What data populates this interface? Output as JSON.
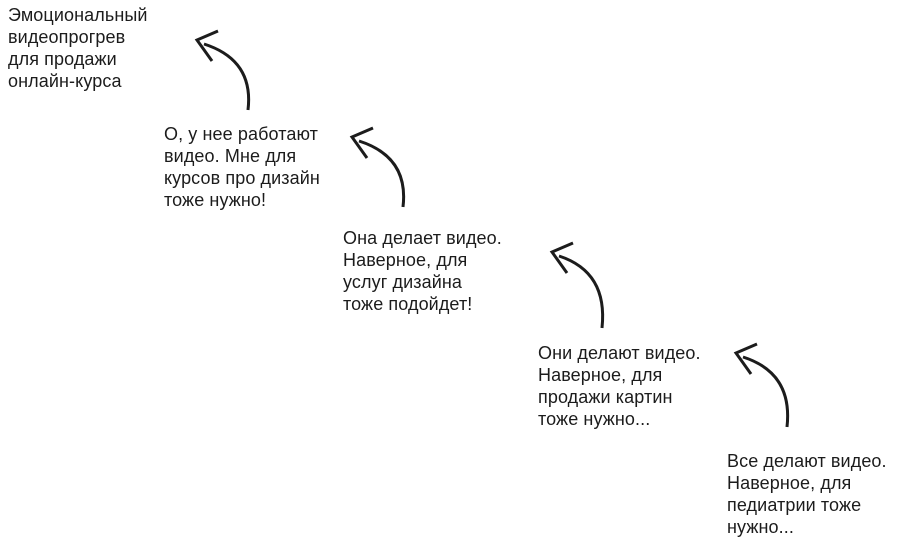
{
  "page": {
    "background_color": "#ffffff"
  },
  "diagram": {
    "type": "cascading-thought-chain",
    "text_color": "#1c1c1c",
    "arrow_color": "#1c1c1c",
    "notes": [
      {
        "id": "note-1",
        "lines": [
          "Эмоциональный",
          "видеопрогрев",
          "для продажи",
          "онлайн-курса"
        ],
        "full_text": "Эмоциональный видеопрогрев для продажи онлайн-курса"
      },
      {
        "id": "note-2",
        "lines": [
          "О, у нее работают",
          "видео. Мне для",
          "курсов про дизайн",
          "тоже нужно!"
        ],
        "full_text": "О, у нее работают видео. Мне для курсов про дизайн тоже нужно!"
      },
      {
        "id": "note-3",
        "lines": [
          "Она делает видео.",
          "Наверное, для",
          "услуг дизайна",
          "тоже подойдет!"
        ],
        "full_text": "Она делает видео. Наверное, для услуг дизайна тоже подойдет!"
      },
      {
        "id": "note-4",
        "lines": [
          "Они делают видео.",
          "Наверное, для",
          "продажи картин",
          "тоже нужно..."
        ],
        "full_text": "Они делают видео. Наверное, для продажи картин тоже нужно..."
      },
      {
        "id": "note-5",
        "lines": [
          "Все делают видео.",
          "Наверное, для",
          "педиатрии тоже",
          "нужно..."
        ],
        "full_text": "Все делают видео. Наверное, для педиатрии тоже нужно..."
      }
    ],
    "arrows": [
      {
        "from": "note-2",
        "to": "note-1"
      },
      {
        "from": "note-3",
        "to": "note-2"
      },
      {
        "from": "note-4",
        "to": "note-3"
      },
      {
        "from": "note-5",
        "to": "note-4"
      }
    ]
  }
}
